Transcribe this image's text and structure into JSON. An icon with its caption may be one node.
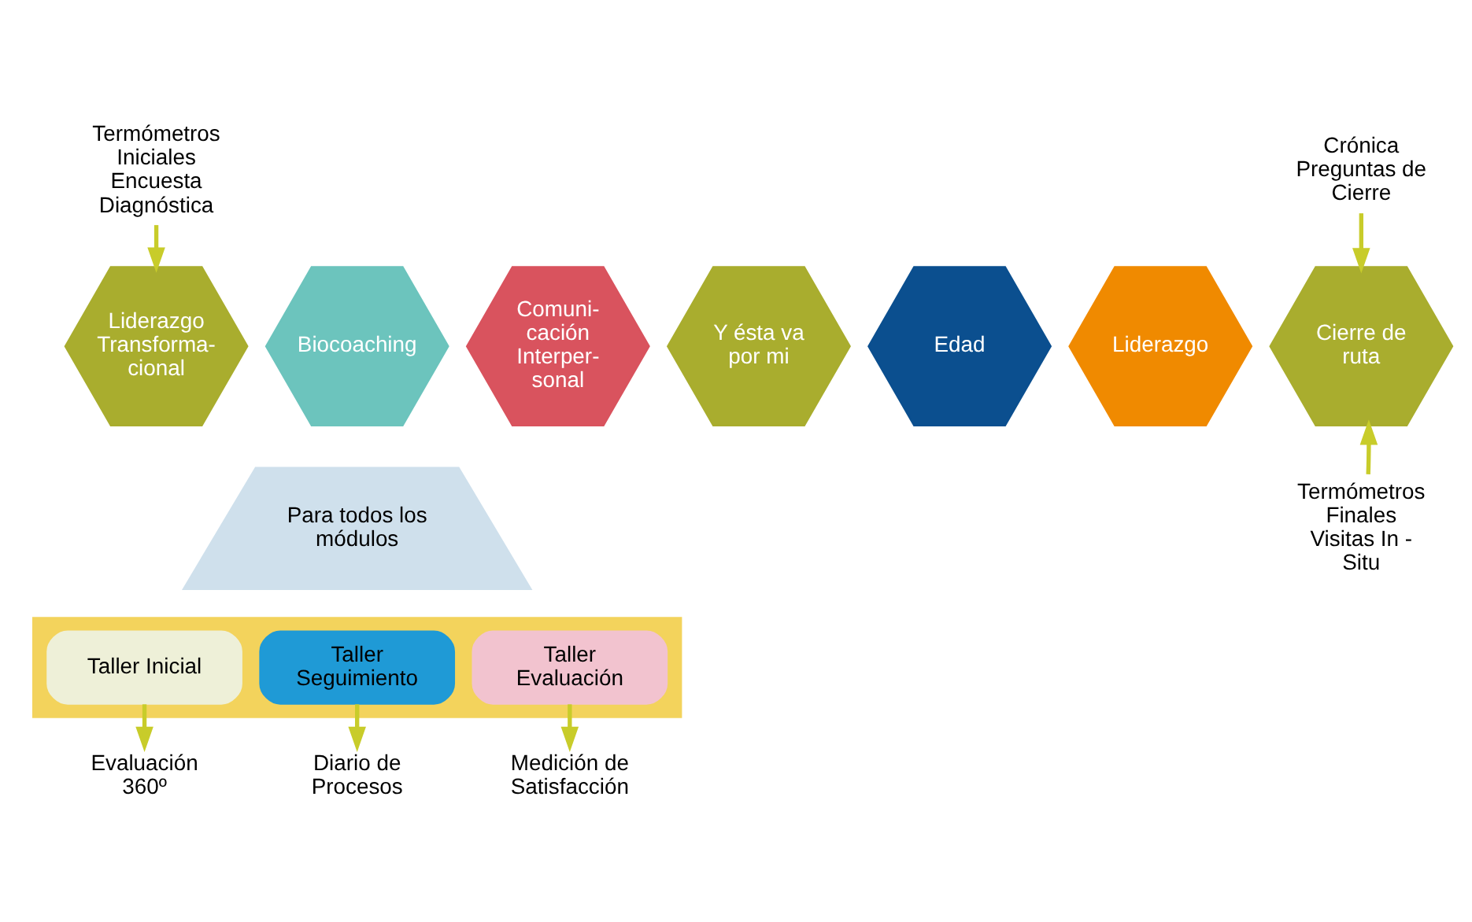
{
  "diagram": {
    "nodes": [
      {
        "text": [
          "Termómetros Iniciales Encuesta Diagnóstica"
        ]
      },
      {
        "text": [
          "Crónica Preguntas de Cierre"
        ]
      },
      {
        "text": [
          "Biocoaching"
        ]
      },
      {
        "text": [
          "Y ésta va por mi"
        ]
      },
      {
        "text": [
          "Liderazgo"
        ]
      },
      {
        "text": [
          "Liderazgo Transforma- cional"
        ]
      },
      {
        "text": [
          "Comuni- cación Interper- sonal"
        ]
      },
      {
        "text": [
          "Edad"
        ]
      },
      {
        "text": [
          "Cierre de ruta"
        ]
      },
      {
        "text": [
          "Para todos los módulos"
        ]
      },
      {
        "text": [
          "Termómetros Finales Visitas In - Situ"
        ]
      },
      {
        "text": [],
        "shape": "bar"
      },
      {
        "text": [
          "Taller Inicial"
        ],
        "in": 11
      },
      {
        "text": [
          "Taller Seguimiento"
        ],
        "in": 11
      },
      {
        "text": [
          "Taller Evaluación"
        ],
        "in": 11
      },
      {
        "text": [
          "Evaluación 360º"
        ]
      },
      {
        "text": [
          "Diario de Procesos"
        ]
      },
      {
        "text": [
          "Medición de Satisfacción"
        ]
      }
    ],
    "edges": [
      {
        "from": 0,
        "to": 5,
        "arrow": "to"
      },
      {
        "from": 1,
        "to": 8,
        "arrow": "to"
      },
      {
        "from": 10,
        "to": 8,
        "arrow": "to"
      },
      {
        "from": 12,
        "to": 15,
        "arrow": "to"
      },
      {
        "from": 13,
        "to": 16,
        "arrow": "to"
      },
      {
        "from": 14,
        "to": 17,
        "arrow": "to"
      }
    ]
  }
}
